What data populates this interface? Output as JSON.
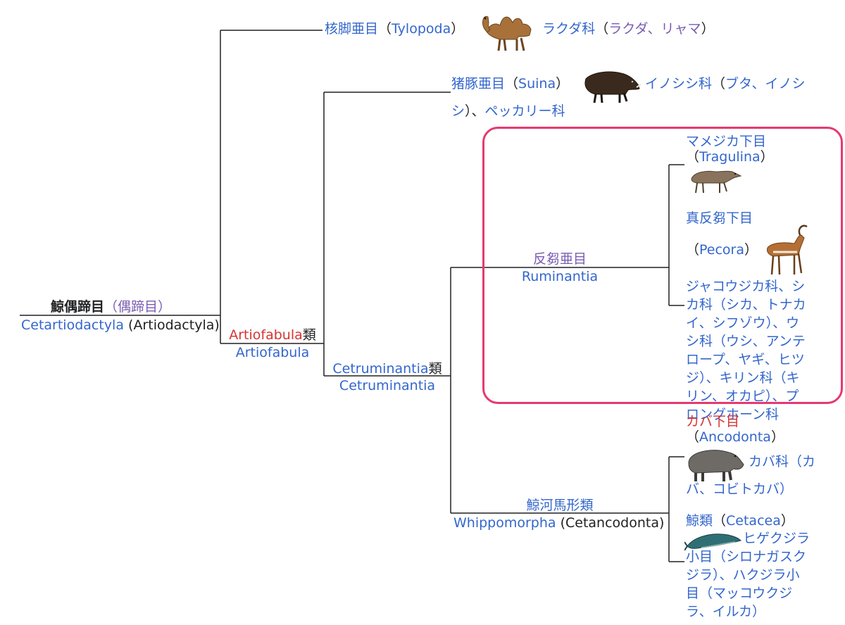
{
  "root": {
    "name_ja": "鯨偶蹄目",
    "alt_ja": "偶蹄目",
    "name_latin": "Cetartiodactyla",
    "alt_latin": "Artiodactyla"
  },
  "tylopoda": {
    "name_ja": "核脚亜目",
    "name_latin": "Tylopoda",
    "family": "ラクダ科",
    "members": "ラクダ、リャマ",
    "image": "camel"
  },
  "artiofabula": {
    "name_red": "Artiofabula",
    "suffix": "類",
    "name_latin": "Artiofabula"
  },
  "suina": {
    "name_ja": "猪豚亜目",
    "name_latin": "Suina",
    "family": "イノシシ科",
    "members_a": "ブタ、イノシ",
    "members_b": "シ",
    "family2": "ペッカリー科",
    "image": "boar"
  },
  "cetruminantia": {
    "name_blue": "Cetruminantia",
    "suffix": "類",
    "name_latin": "Cetruminantia"
  },
  "ruminantia": {
    "name_ja": "反芻亜目",
    "name_latin": "Ruminantia"
  },
  "tragulina": {
    "name_ja": "マメジカ下目",
    "name_latin": "Tragulina",
    "image": "mouse-deer"
  },
  "pecora": {
    "name_ja": "真反芻下目",
    "name_latin": "Pecora",
    "image": "ibex",
    "description_lines": [
      "ジャコウジカ科、シ",
      "カ科（シカ、トナカ",
      "イ、シフゾウ）、ウ",
      "シ科（ウシ、アンテ",
      "ロープ、ヤギ、ヒツ",
      "ジ）、キリン科（キ",
      "リン、オカピ）、プ",
      "ロングホーン科"
    ]
  },
  "whippomorpha": {
    "name_ja": "鯨河馬形類",
    "name_latin": "Whippomorpha",
    "alt_latin": "Cetancodonta"
  },
  "ancodonta": {
    "name_ja": "カバ下目",
    "name_latin": "Ancodonta",
    "family_a": "カバ科（カ",
    "family_b": "バ、コビトカバ）",
    "image": "hippo"
  },
  "cetacea": {
    "name_ja": "鯨類",
    "name_latin": "Cetacea",
    "image": "whale",
    "description_lines": [
      "ヒゲクジラ",
      "小目（シロナガスク",
      "ジラ）、ハクジラ小",
      "目（マッコウクジ",
      "ラ、イルカ）"
    ]
  },
  "colors": {
    "link": "#3366cc",
    "visited": "#795cb2",
    "redlink": "#d73333",
    "highlight": "#e6396f"
  }
}
